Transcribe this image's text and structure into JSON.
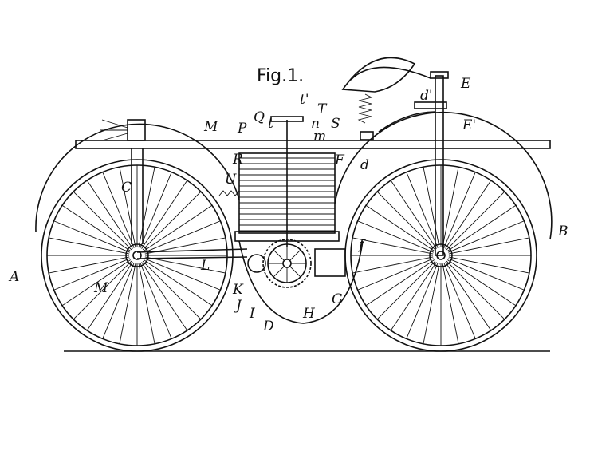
{
  "figure_title": "Fig.1.",
  "labels": {
    "t_prime": "t'",
    "T": "T",
    "Q": "Q",
    "t": "t",
    "n": "n",
    "S": "S",
    "P": "P",
    "m": "m",
    "M_top": "M",
    "R": "R",
    "F": "F",
    "d": "d",
    "U": "U",
    "C": "C",
    "E": "E",
    "d_prime": "d'",
    "E_prime": "E'",
    "B": "B",
    "A": "A",
    "M_hub": "M",
    "L": "L",
    "f": "f",
    "K": "K",
    "J": "J",
    "I": "I",
    "D": "D",
    "H": "H",
    "G": "G"
  }
}
